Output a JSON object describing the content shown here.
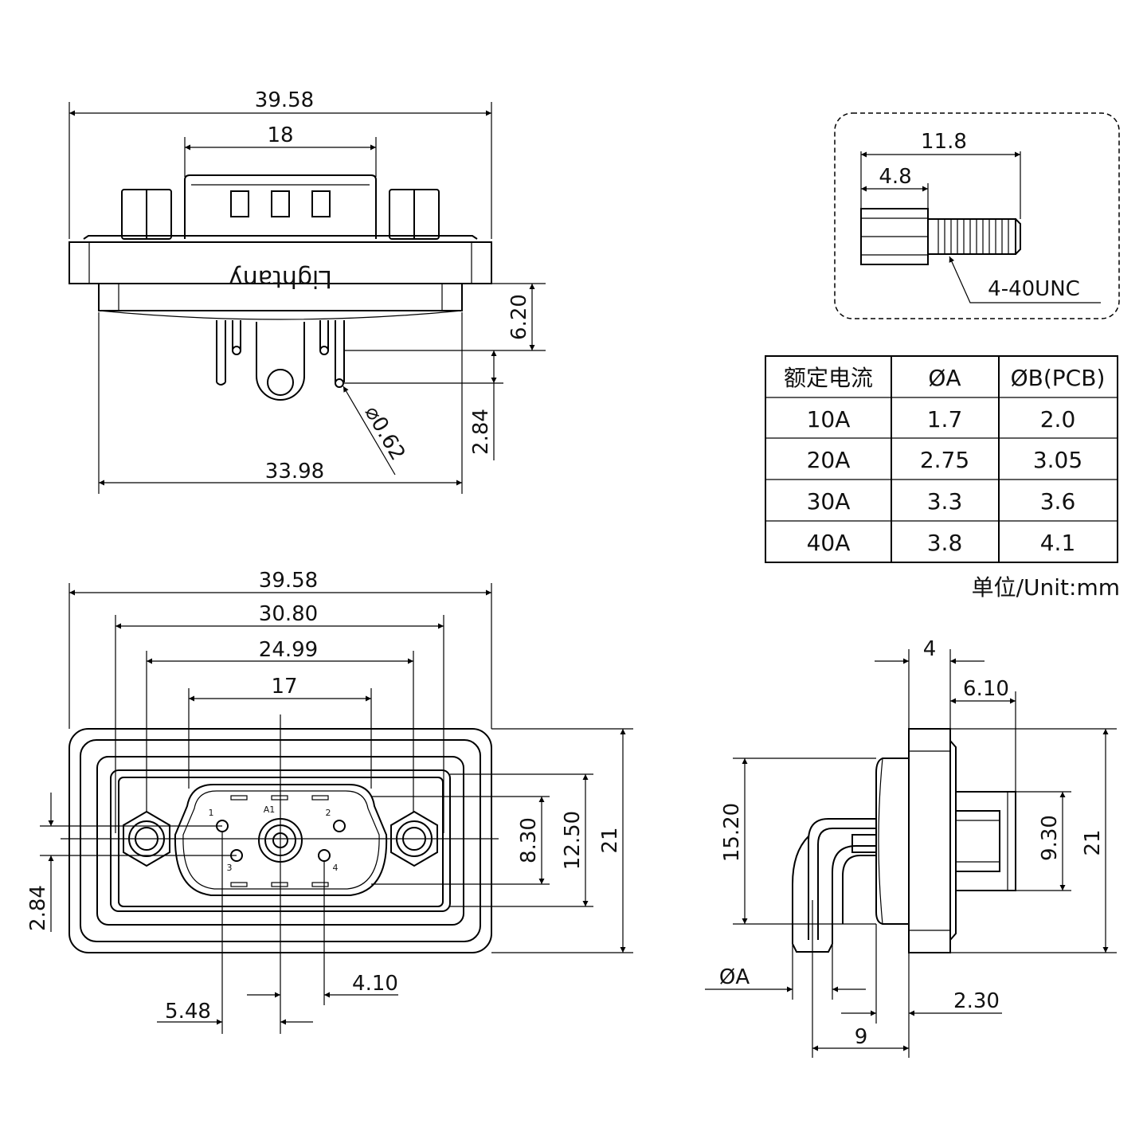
{
  "top_view": {
    "brand": "Lightany",
    "dims": {
      "overall_width": "39.58",
      "center_width": "18",
      "body_width": "33.98",
      "height_a": "6.20",
      "height_b": "2.84",
      "pin_dia": "⌀0.62"
    }
  },
  "front_view": {
    "dims": {
      "overall_width": "39.58",
      "mount_spacing": "30.80",
      "shell_width": "24.99",
      "inner_width": "17",
      "h_8_30": "8.30",
      "h_12_50": "12.50",
      "h_21": "21",
      "left_2_84": "2.84",
      "p_4_10": "4.10",
      "p_5_48": "5.48"
    },
    "pin_labels": [
      "1",
      "A1",
      "2",
      "3",
      "4"
    ]
  },
  "screw_detail": {
    "length": "11.8",
    "head": "4.8",
    "thread": "4-40UNC"
  },
  "spec_table": {
    "headers": [
      "额定电流",
      "ØA",
      "ØB(PCB)"
    ],
    "rows": [
      [
        "10A",
        "1.7",
        "2.0"
      ],
      [
        "20A",
        "2.75",
        "3.05"
      ],
      [
        "30A",
        "3.3",
        "3.6"
      ],
      [
        "40A",
        "3.8",
        "4.1"
      ]
    ],
    "unit": "单位/Unit:mm"
  },
  "side_view": {
    "dims": {
      "d4": "4",
      "d6_10": "6.10",
      "d15_20": "15.20",
      "d9_30": "9.30",
      "d21": "21",
      "phiA": "ØA",
      "d2_30": "2.30",
      "d9": "9"
    }
  }
}
